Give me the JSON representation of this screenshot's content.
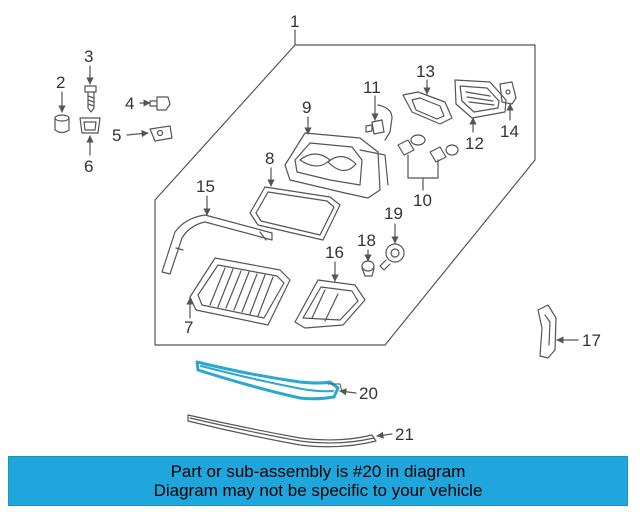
{
  "colors": {
    "line": "#555555",
    "highlight": "#2aa8cf",
    "banner_bg": "#1fa6dc",
    "banner_text": "#000000"
  },
  "callouts": {
    "c1": "1",
    "c2": "2",
    "c3": "3",
    "c4": "4",
    "c5": "5",
    "c6": "6",
    "c7": "7",
    "c8": "8",
    "c9": "9",
    "c10": "10",
    "c11": "11",
    "c12": "12",
    "c13": "13",
    "c14": "14",
    "c15": "15",
    "c16": "16",
    "c17": "17",
    "c18": "18",
    "c19": "19",
    "c20": "20",
    "c21": "21"
  },
  "highlighted_part": "20",
  "banner": {
    "line1": "Part or sub-assembly is #20 in diagram",
    "line2": "Diagram may not be specific to your vehicle"
  }
}
